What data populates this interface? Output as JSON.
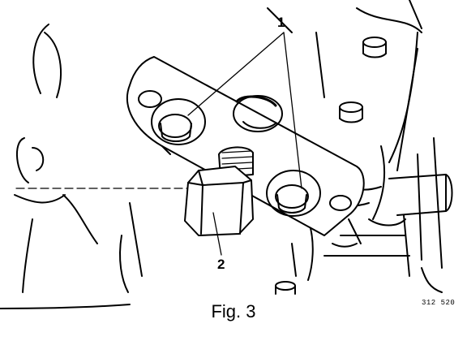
{
  "callouts": {
    "one": "1",
    "two": "2"
  },
  "reference_code": "312 520",
  "caption": "Fig. 3",
  "colors": {
    "ink": "#000000",
    "paper": "#ffffff"
  }
}
